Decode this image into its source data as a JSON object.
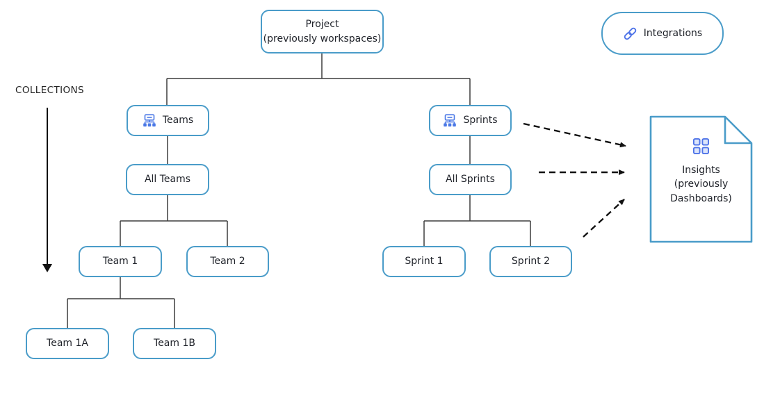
{
  "colors": {
    "box_border": "#4a9cc9",
    "icon_blue": "#4f74e8",
    "connector_line": "#3d3d3d",
    "dashed_arrow": "#111111",
    "text": "#21242b"
  },
  "nodes": {
    "project": {
      "title": "Project",
      "subtitle": "(previously workspaces)"
    },
    "integrations": {
      "label": "Integrations",
      "icon": "link-icon"
    },
    "teams": {
      "label": "Teams",
      "icon": "sitemap-icon"
    },
    "all_teams": {
      "label": "All Teams"
    },
    "team_1": {
      "label": "Team 1"
    },
    "team_2": {
      "label": "Team 2"
    },
    "team_1a": {
      "label": "Team 1A"
    },
    "team_1b": {
      "label": "Team 1B"
    },
    "sprints": {
      "label": "Sprints",
      "icon": "sitemap-icon"
    },
    "all_sprints": {
      "label": "All Sprints"
    },
    "sprint_1": {
      "label": "Sprint 1"
    },
    "sprint_2": {
      "label": "Sprint 2"
    },
    "insights": {
      "title": "Insights",
      "subtitle": "(previously Dashboards)",
      "icon": "grid-icon"
    }
  },
  "annotations": {
    "collections_label": "COLLECTIONS"
  },
  "edges": {
    "solid": "tree connectors: Project→(Teams,Sprints); Teams→All Teams→(Team 1,Team 2); Team 1→(Team 1A,Team 1B); Sprints→All Sprints→(Sprint 1,Sprint 2)",
    "dashed": "Sprints→Insights; All Sprints→Insights; Sprint 2 area→Insights"
  }
}
